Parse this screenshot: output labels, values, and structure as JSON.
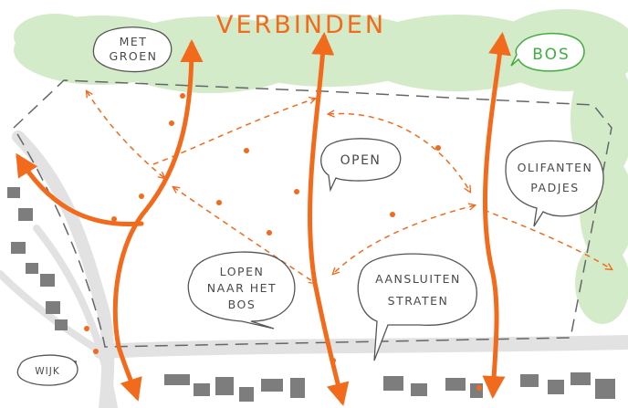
{
  "title": "VERBINDEN",
  "labels": {
    "met_groen": [
      "MET",
      "GROEN"
    ],
    "bos": "BOS",
    "open": "OPEN",
    "olifantenpadjes": [
      "OLIFANTEN",
      "PADJES"
    ],
    "lopen": [
      "LOPEN",
      "NAAR HET",
      "BOS"
    ],
    "aansluiten": [
      "AANSLUITEN",
      "STRATEN"
    ],
    "wijk": "WIJK"
  },
  "colors": {
    "orange": "#f26a1b",
    "green_fill": "#cfe9c4",
    "green_text": "#3fae3f",
    "road": "#e2e2e2",
    "dash": "#666666",
    "building": "#7d7d7d",
    "ink": "#4a4a4a"
  }
}
